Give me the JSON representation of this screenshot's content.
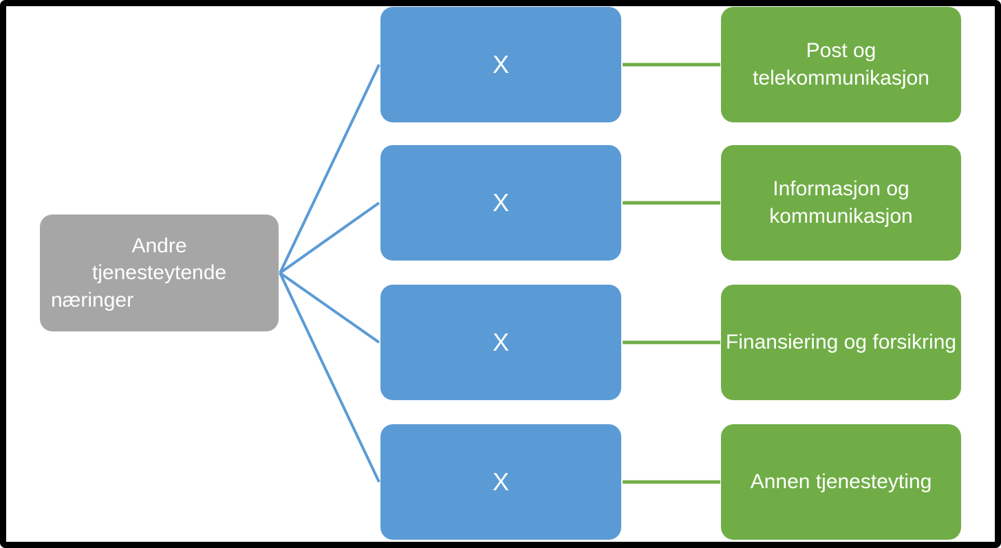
{
  "diagram": {
    "root": {
      "label": "Andre tjenesteytende næringer",
      "lines": [
        "Andre",
        "tjenesteytende",
        "næringer"
      ]
    },
    "rows": [
      {
        "operator": "X",
        "category": "Post og telekommunikasjon"
      },
      {
        "operator": "X",
        "category": "Informasjon og kommunikasjon"
      },
      {
        "operator": "X",
        "category": "Finansiering og forsikring"
      },
      {
        "operator": "X",
        "category": "Annen tjenesteyting"
      }
    ],
    "colors": {
      "root_fill": "#A6A6A6",
      "operator_fill": "#5B9BD5",
      "category_fill": "#70AD47",
      "connector_left": "#5B9BD5",
      "connector_right": "#70AD47",
      "text": "#FFFFFF",
      "frame": "#000000",
      "background": "#FFFFFF"
    }
  }
}
